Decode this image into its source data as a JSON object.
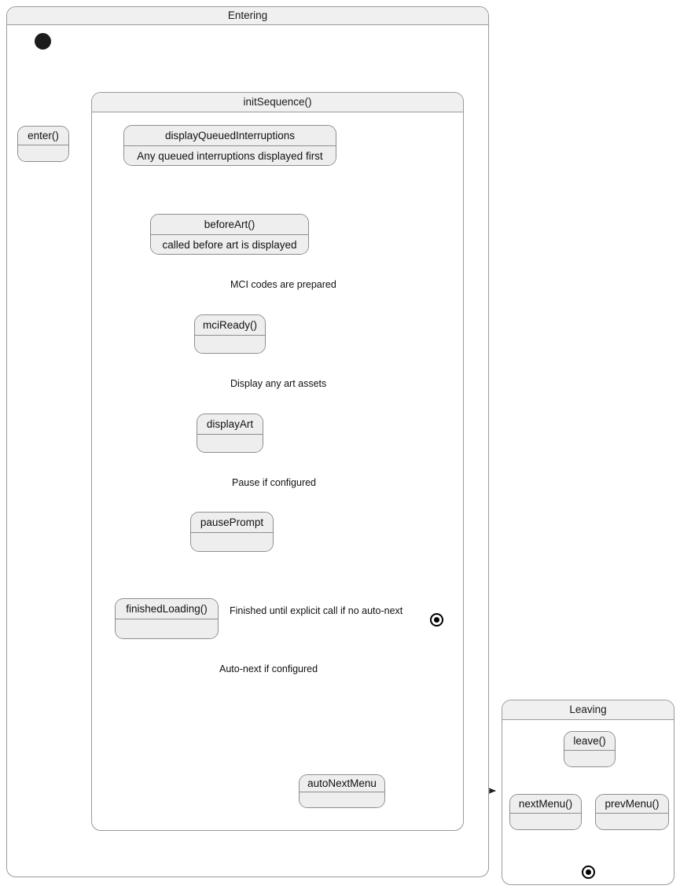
{
  "diagram": {
    "type": "uml-state-machine",
    "colors": {
      "canvas": "#ffffff",
      "container_header_fill": "#f0f0f0",
      "container_border": "#9a9a9a",
      "state_fill": "#eeeeee",
      "state_border": "#8d8d8d",
      "edge": "#1c1c1c",
      "text": "#111111"
    }
  },
  "regions": {
    "entering": {
      "title": "Entering"
    },
    "init_sequence": {
      "title": "initSequence()"
    },
    "leaving": {
      "title": "Leaving"
    }
  },
  "states": {
    "enter": {
      "title": "enter()",
      "body": ""
    },
    "display_queued_interruptions": {
      "title": "displayQueuedInterruptions",
      "body": "Any queued interruptions displayed first"
    },
    "before_art": {
      "title": "beforeArt()",
      "body": "called before art is displayed"
    },
    "mci_ready": {
      "title": "mciReady()",
      "body": ""
    },
    "display_art": {
      "title": "displayArt",
      "body": ""
    },
    "pause_prompt": {
      "title": "pausePrompt",
      "body": ""
    },
    "finished_loading": {
      "title": "finishedLoading()",
      "body": ""
    },
    "auto_next_menu": {
      "title": "autoNextMenu",
      "body": ""
    },
    "leave": {
      "title": "leave()",
      "body": ""
    },
    "next_menu": {
      "title": "nextMenu()",
      "body": ""
    },
    "prev_menu": {
      "title": "prevMenu()",
      "body": ""
    }
  },
  "transitions": {
    "mci_codes_prepared": "MCI codes are prepared",
    "display_art_assets": "Display any art assets",
    "pause_if_configured": "Pause if configured",
    "finished_until_explicit": "Finished until explicit call if no auto-next",
    "auto_next_if_configured": "Auto-next if configured"
  }
}
